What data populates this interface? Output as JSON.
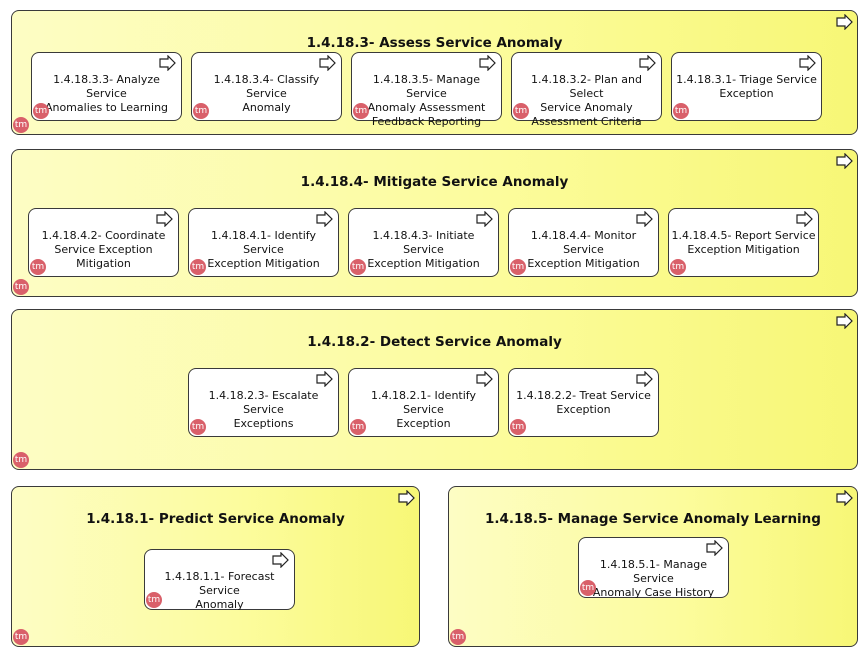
{
  "icons": {
    "process_arrow": "process-arrow-icon",
    "tm_badge": "tm-badge-icon"
  },
  "colors": {
    "group_fill_light": "#fdfdc4",
    "group_fill_dark": "#f7f776",
    "badge": "#d9606a",
    "border": "#3a3a3a"
  },
  "badge_text": "tm",
  "groups": [
    {
      "title": "1.4.18.3- Assess Service Anomaly",
      "boxes": [
        "1.4.18.3.3- Analyze Service\nAnomalies to Learning",
        "1.4.18.3.4- Classify Service\nAnomaly",
        "1.4.18.3.5- Manage Service\nAnomaly Assessment\nFeedback Reporting",
        "1.4.18.3.2- Plan and Select\nService Anomaly\nAssessment Criteria",
        "1.4.18.3.1- Triage Service\nException"
      ]
    },
    {
      "title": "1.4.18.4- Mitigate Service Anomaly",
      "boxes": [
        "1.4.18.4.2- Coordinate\nService Exception Mitigation",
        "1.4.18.4.1- Identify Service\nException Mitigation",
        "1.4.18.4.3- Initiate Service\nException Mitigation",
        "1.4.18.4.4- Monitor Service\nException Mitigation",
        "1.4.18.4.5- Report Service\nException Mitigation"
      ]
    },
    {
      "title": "1.4.18.2- Detect Service Anomaly",
      "boxes": [
        "1.4.18.2.3- Escalate Service\nExceptions",
        "1.4.18.2.1- Identify Service\nException",
        "1.4.18.2.2- Treat Service\nException"
      ]
    },
    {
      "title": "1.4.18.1- Predict Service Anomaly",
      "boxes": [
        "1.4.18.1.1- Forecast Service\nAnomaly"
      ]
    },
    {
      "title": "1.4.18.5- Manage Service Anomaly Learning",
      "boxes": [
        "1.4.18.5.1- Manage Service\nAnomaly Case History"
      ]
    }
  ]
}
